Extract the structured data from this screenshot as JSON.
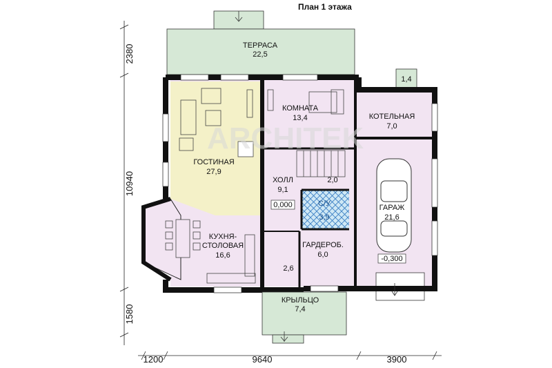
{
  "title": "План 1 этажа",
  "rooms": {
    "terrace": {
      "name": "ТЕРРАСА",
      "area": "22,5"
    },
    "small_porch": {
      "area": "1,4"
    },
    "living": {
      "name": "ГОСТИНАЯ",
      "area": "27,9"
    },
    "room": {
      "name": "КОМНАТА",
      "area": "13,4"
    },
    "boiler": {
      "name": "КОТЕЛЬНАЯ",
      "area": "7,0"
    },
    "hall": {
      "name": "ХОЛЛ",
      "area": "9,1",
      "level": "0,000"
    },
    "stair_area": "2,0",
    "bathroom": {
      "name": "С/У",
      "area": "3,9"
    },
    "garage": {
      "name": "ГАРАЖ",
      "area": "21,6",
      "level": "-0,300"
    },
    "kitchen": {
      "name_line1": "КУХНЯ-",
      "name_line2": "СТОЛОВАЯ",
      "area": "16,6"
    },
    "wardrobe": {
      "name": "ГАРДЕРОБ.",
      "area": "6,0"
    },
    "storage_area": "2,6",
    "porch": {
      "name": "КРЫЛЬЦО",
      "area": "7,4"
    }
  },
  "dimensions": {
    "left_top": "2380",
    "left_middle": "10940",
    "left_bottom": "1580",
    "bottom_left": "1200",
    "bottom_middle": "9640",
    "bottom_right": "3900"
  },
  "watermark": "ARCHITEK",
  "colors": {
    "wall": "#111111",
    "terrace": "#d6e8d6",
    "living": "#f4f1c8",
    "rooms": "#f2e4f2",
    "bathroom": "#cfe8f5",
    "tile_lines": "#3a7fc4"
  }
}
